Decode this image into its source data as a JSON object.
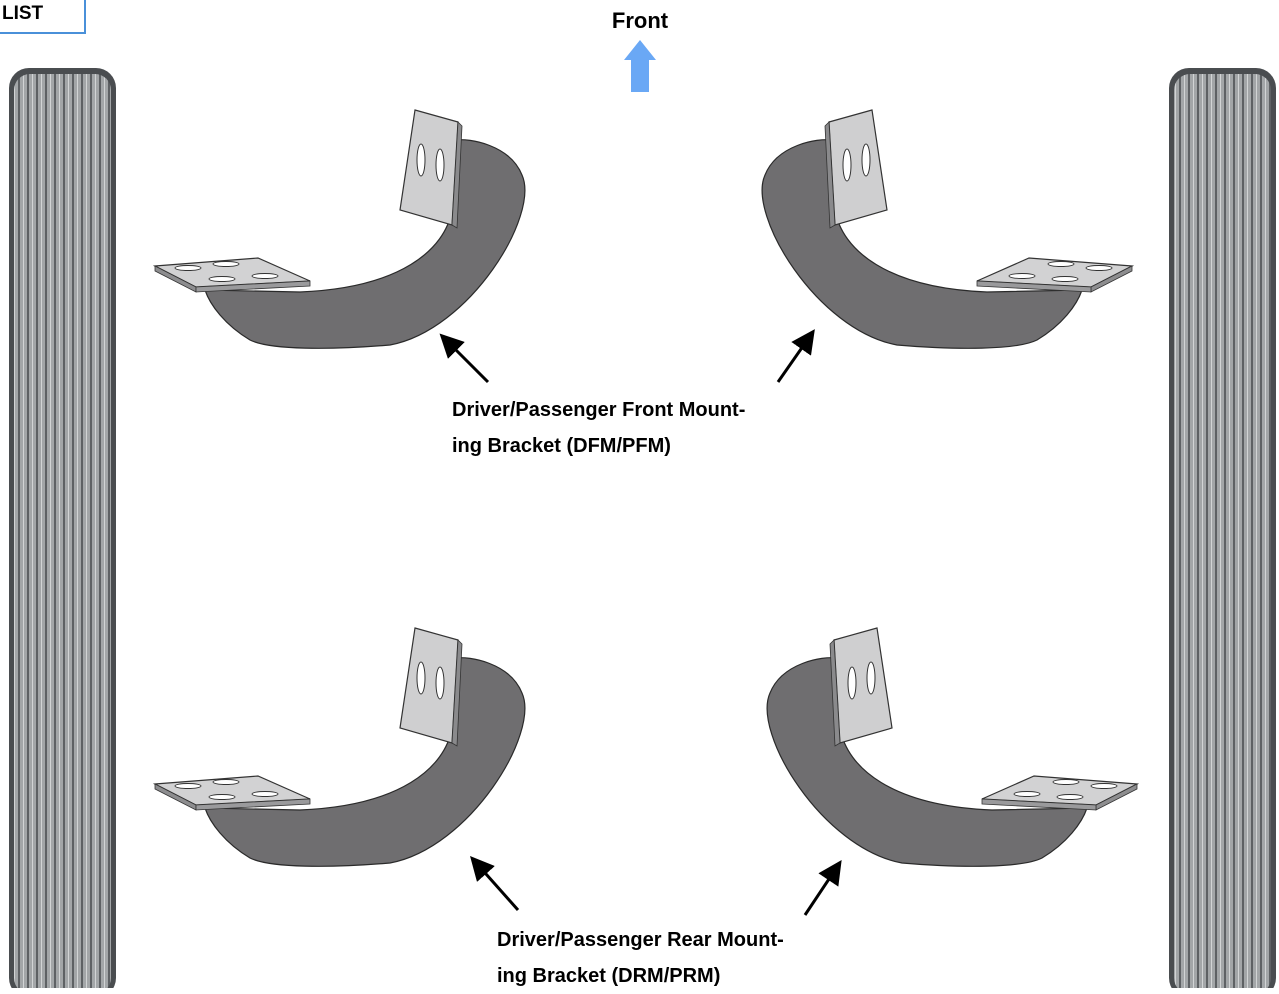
{
  "header": {
    "tab_label": "LIST"
  },
  "direction": {
    "label": "Front",
    "arrow_color": "#6aa8f5"
  },
  "callouts": {
    "front": {
      "line1": "Driver/Passenger Front Mount-",
      "line2": "ing Bracket (DFM/PFM)"
    },
    "rear": {
      "line1": "Driver/Passenger Rear Mount-",
      "line2": "ing Bracket (DRM/PRM)"
    }
  },
  "colors": {
    "bracket": "#6f6e70",
    "plate": "#c9c9c9",
    "board": "#8f9295"
  }
}
